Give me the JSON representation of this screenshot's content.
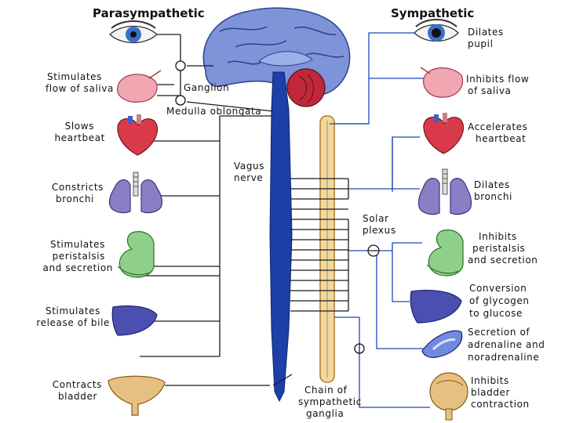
{
  "headers": {
    "parasympathetic": "Parasympathetic",
    "sympathetic": "Sympathetic"
  },
  "labels": {
    "ganglion": "Ganglion",
    "medulla": "Medulla oblongata",
    "vagus": [
      "Vagus",
      "nerve"
    ],
    "solar_plexus": [
      "Solar",
      "plexus"
    ],
    "chain": [
      "Chain of",
      "sympathetic",
      "ganglia"
    ]
  },
  "parasympathetic_effects": {
    "saliva": [
      "Stimulates",
      "flow of saliva"
    ],
    "heart": [
      "Slows",
      "heartbeat"
    ],
    "bronchi": [
      "Constricts",
      "bronchi"
    ],
    "peristalsis": [
      "Stimulates",
      "peristalsis",
      "and secretion"
    ],
    "bile": [
      "Stimulates",
      "release of bile"
    ],
    "bladder": [
      "Contracts",
      "bladder"
    ]
  },
  "sympathetic_effects": {
    "pupil": [
      "Dilates",
      "pupil"
    ],
    "saliva": [
      "Inhibits flow",
      "of saliva"
    ],
    "heart": [
      "Accelerates",
      "heartbeat"
    ],
    "bronchi": [
      "Dilates",
      "bronchi"
    ],
    "peristalsis": [
      "Inhibits",
      "peristalsis",
      "and secretion"
    ],
    "glycogen": [
      "Conversion",
      "of glycogen",
      "to glucose"
    ],
    "adrenaline": [
      "Secretion of",
      "adrenaline and",
      "noradrenaline"
    ],
    "bladder": [
      "Inhibits",
      "bladder",
      "contraction"
    ]
  },
  "colors": {
    "nerve_blue": "#1f47b8",
    "brain_blue": "#7f93d8",
    "cerebellum": "#c0283a",
    "spinal_cord": "#1c3fa8",
    "ganglia_chain": "#f0d9a0",
    "heart_red": "#d83a4a",
    "lung_purple": "#8a7fc4",
    "stomach_green": "#8fd08a",
    "liver_blue": "#4a4fb0"
  }
}
